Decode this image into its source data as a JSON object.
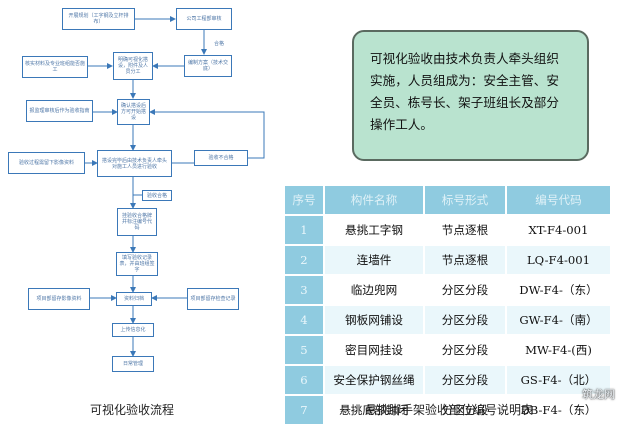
{
  "flowchart": {
    "nodes": [
      {
        "id": "n1",
        "text": "开展规划（工字钢及立杆排布）"
      },
      {
        "id": "n2",
        "text": "公司工程部审核"
      },
      {
        "id": "n3",
        "text": "核实材料及专业班组能否施工"
      },
      {
        "id": "n4",
        "text": "明确可视化搭设，附件及人员分工"
      },
      {
        "id": "n5",
        "text": "编制方案（技术交底）"
      },
      {
        "id": "n6",
        "text": "报监理审核后作为验收指南"
      },
      {
        "id": "n7",
        "text": "确认搭设后方可开始搭设"
      },
      {
        "id": "n8",
        "text": "验收过程需留下影像资料"
      },
      {
        "id": "n9",
        "text": "搭设完毕后由技术负责人牵头对施工人员进行验收"
      },
      {
        "id": "n10",
        "text": "验收不合格"
      },
      {
        "id": "n11",
        "text": "验收合格"
      },
      {
        "id": "n12",
        "text": "挂验收合格牌并标注编号代码"
      },
      {
        "id": "n13",
        "text": "填写验收记录表，并由班组签字"
      },
      {
        "id": "n14",
        "text": "项目部留存影像资料"
      },
      {
        "id": "n15",
        "text": "资料归档"
      },
      {
        "id": "n16",
        "text": "项目部留存检查记录"
      },
      {
        "id": "n17",
        "text": "上传信息化"
      },
      {
        "id": "n18",
        "text": "日常管理"
      }
    ],
    "edge_labels": [
      "合格"
    ],
    "caption": "可视化验收流程"
  },
  "note": {
    "lines": [
      "可视化验收由技术负责人牵头组织",
      "实施，人员组成为：安全主管、安",
      "全员、栋号长、架子班组长及部分",
      "操作工人。"
    ]
  },
  "table": {
    "headers": [
      "序号",
      "构件名称",
      "标号形式",
      "编号代码"
    ],
    "rows": [
      {
        "no": "1",
        "name": "悬挑工字钢",
        "form": "节点逐根",
        "code": "XT-F4-001"
      },
      {
        "no": "2",
        "name": "连墙件",
        "form": "节点逐根",
        "code": "LQ-F4-001"
      },
      {
        "no": "3",
        "name": "临边兜网",
        "form": "分区分段",
        "code": "DW-F4-（东）"
      },
      {
        "no": "4",
        "name": "钢板网铺设",
        "form": "分区分段",
        "code": "GW-F4-（南）"
      },
      {
        "no": "5",
        "name": "密目网挂设",
        "form": "分区分段",
        "code": "MW-F4-(西)"
      },
      {
        "no": "6",
        "name": "安全保护钢丝绳",
        "form": "分区分段",
        "code": "GS-F4-（北）"
      },
      {
        "no": "7",
        "name": "悬挑底部封闭",
        "form": "分区分段",
        "code": "DB-F4-（东）"
      }
    ],
    "caption": "悬挑脚手架验收部位编号说明表"
  },
  "watermark": "筑龙网",
  "colors": {
    "box_border": "#3b78b8",
    "note_bg": "#b9e3cf",
    "header_bg": "#8fcbe0"
  }
}
